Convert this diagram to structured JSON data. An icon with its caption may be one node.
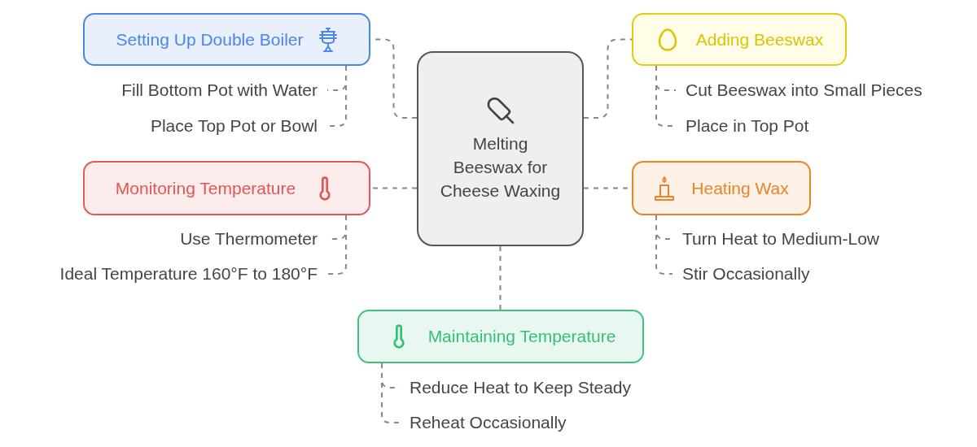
{
  "diagram": {
    "nodes": [
      {
        "text": [
          "Melting Beeswax for Cheese Waxing"
        ]
      },
      {
        "text": [
          "Setting Up Double Boiler"
        ]
      },
      {
        "text": [
          "Fill Bottom Pot with Water"
        ]
      },
      {
        "text": [
          "Place Top Pot or Bowl"
        ]
      },
      {
        "text": [
          "Adding Beeswax"
        ]
      },
      {
        "text": [
          "Cut Beeswax into Small Pieces"
        ]
      },
      {
        "text": [
          "Place in Top Pot"
        ]
      },
      {
        "text": [
          "Monitoring Temperature"
        ]
      },
      {
        "text": [
          "Use Thermometer"
        ]
      },
      {
        "text": [
          "Ideal Temperature 160°F to 180°F"
        ]
      },
      {
        "text": [
          "Heating Wax"
        ]
      },
      {
        "text": [
          "Turn Heat to Medium-Low"
        ]
      },
      {
        "text": [
          "Stir Occasionally"
        ]
      },
      {
        "text": [
          "Maintaining Temperature"
        ]
      },
      {
        "text": [
          "Reduce Heat to Keep Steady"
        ]
      },
      {
        "text": [
          "Reheat Occasionally"
        ]
      }
    ],
    "edges": [
      {
        "from": 0,
        "to": 1,
        "arrow": "none"
      },
      {
        "from": 1,
        "to": 2,
        "arrow": "none"
      },
      {
        "from": 1,
        "to": 3,
        "arrow": "none"
      },
      {
        "from": 0,
        "to": 4,
        "arrow": "none"
      },
      {
        "from": 4,
        "to": 5,
        "arrow": "none"
      },
      {
        "from": 4,
        "to": 6,
        "arrow": "none"
      },
      {
        "from": 0,
        "to": 7,
        "arrow": "none"
      },
      {
        "from": 7,
        "to": 8,
        "arrow": "none"
      },
      {
        "from": 7,
        "to": 9,
        "arrow": "none"
      },
      {
        "from": 0,
        "to": 10,
        "arrow": "none"
      },
      {
        "from": 10,
        "to": 11,
        "arrow": "none"
      },
      {
        "from": 10,
        "to": 12,
        "arrow": "none"
      },
      {
        "from": 0,
        "to": 13,
        "arrow": "none"
      },
      {
        "from": 13,
        "to": 14,
        "arrow": "none"
      },
      {
        "from": 13,
        "to": 15,
        "arrow": "none"
      }
    ]
  }
}
